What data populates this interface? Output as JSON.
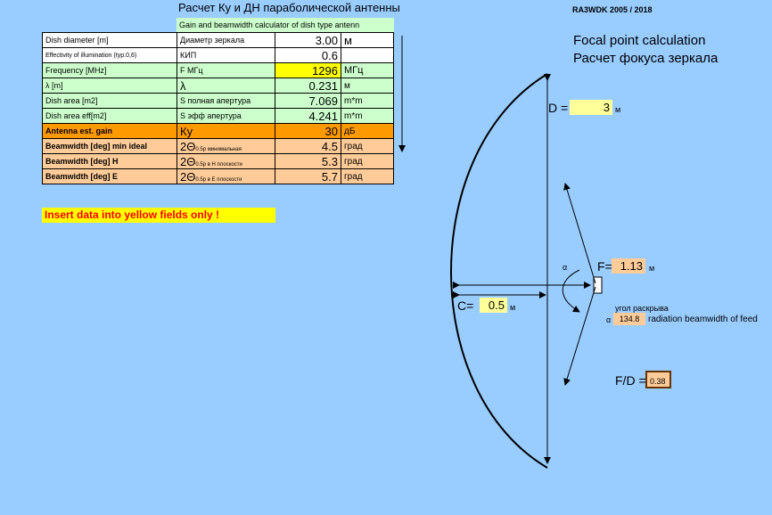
{
  "header": {
    "title_ru": "Расчет Ку и ДН параболической антенны",
    "subtitle": "Gain and beamwidth calculator of dish type antenn",
    "author": "RA3WDK 2005 / 2018"
  },
  "rows": [
    {
      "en": "Dish diameter   [m]",
      "ru": "Диаметр зеркала",
      "value": "3.00",
      "unit": "м"
    },
    {
      "en": "Effectivity of illumination (typ.0,6)",
      "ru": "КИП",
      "value": "0.6",
      "unit": ""
    },
    {
      "en": "Frequency  [MHz]",
      "ru": "F МГц",
      "value": "1296",
      "unit": "МГц"
    },
    {
      "en": "λ  [m]",
      "ru": "λ",
      "value": "0.231",
      "unit": "м"
    },
    {
      "en": "Dish area [m2]",
      "ru": "S полная апертура",
      "value": "7.069",
      "unit": "m*m"
    },
    {
      "en": "Dish area eff[m2]",
      "ru": "S эфф апертура",
      "value": "4.241",
      "unit": "m*m"
    },
    {
      "en": "Antenna est. gain",
      "ru": "Ку",
      "value": "30",
      "unit": "дБ"
    },
    {
      "en": "Beamwidth [deg] min ideal",
      "ru": "2Θ",
      "ru_sub": "0.5р минимальная",
      "value": "4.5",
      "unit": "град"
    },
    {
      "en": "Beamwidth [deg] H",
      "ru": "2Θ",
      "ru_sub": "0.5р  в Н плоскости",
      "value": "5.3",
      "unit": "град"
    },
    {
      "en": "Beamwidth [deg] E",
      "ru": "2Θ",
      "ru_sub": "0.5р  в Е плоскости",
      "value": "5.7",
      "unit": "град"
    }
  ],
  "warning": "Insert data into yellow fields only !",
  "focal": {
    "title_en": "Focal point calculation",
    "title_ru": "Расчет фокуса  зеркала",
    "d_label": "D =",
    "d_value": "3",
    "d_unit": "м",
    "f_label": "F=",
    "f_value": "1.13",
    "f_unit": "м",
    "c_label": "C=",
    "c_value": "0.5",
    "c_unit": "м",
    "alpha": "α",
    "angle_ru": "угол раскрыва",
    "angle_value": "134.8",
    "angle_desc": "radiation beamwidth of feed",
    "fd_label": "F/D =",
    "fd_value": "0.38"
  },
  "colors": {
    "background": "#99ccff",
    "input_yellow": "#ffff00",
    "result_orange": "#ff9900",
    "result_peach": "#ffcc99",
    "light_green": "#ccffcc",
    "warning_red": "#ff0000"
  }
}
